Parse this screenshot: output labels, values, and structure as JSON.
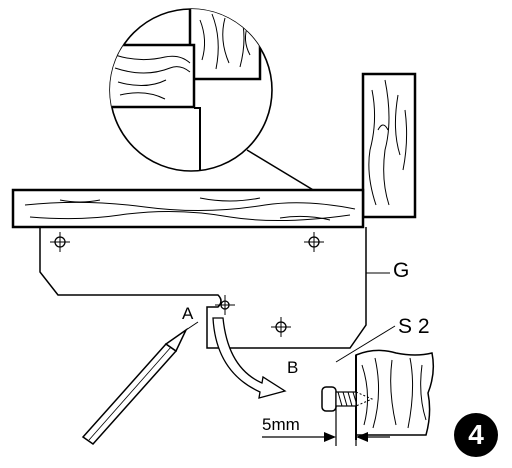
{
  "labels": {
    "part_g": "G",
    "point_a": "A",
    "arrow_b": "B",
    "screw_s2": "S 2",
    "gap": "5mm"
  },
  "step_number": "4",
  "colors": {
    "ink": "#000000",
    "paper": "#ffffff"
  }
}
